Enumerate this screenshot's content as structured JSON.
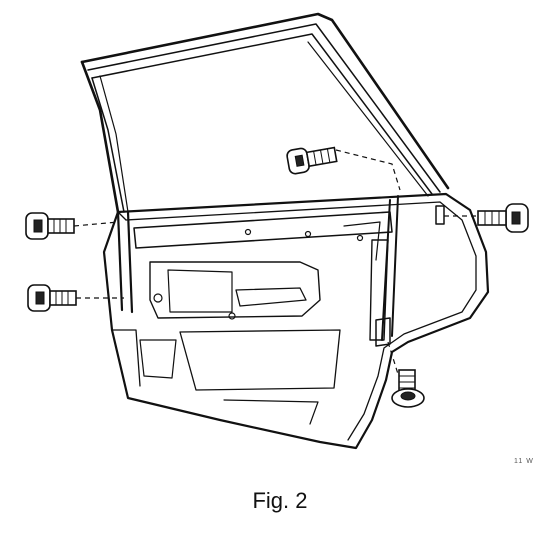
{
  "figure": {
    "caption": "Fig. 2",
    "reference_code": "11 W",
    "parts": [
      {
        "id": "door-frame",
        "icon": "door-frame-outline"
      },
      {
        "id": "bolt-upper-left",
        "icon": "bolt-icon"
      },
      {
        "id": "bolt-lower-left",
        "icon": "bolt-icon"
      },
      {
        "id": "bolt-top-center",
        "icon": "bolt-icon"
      },
      {
        "id": "bolt-right",
        "icon": "bolt-icon"
      },
      {
        "id": "bolt-lower-right",
        "icon": "bolt-icon"
      }
    ]
  }
}
